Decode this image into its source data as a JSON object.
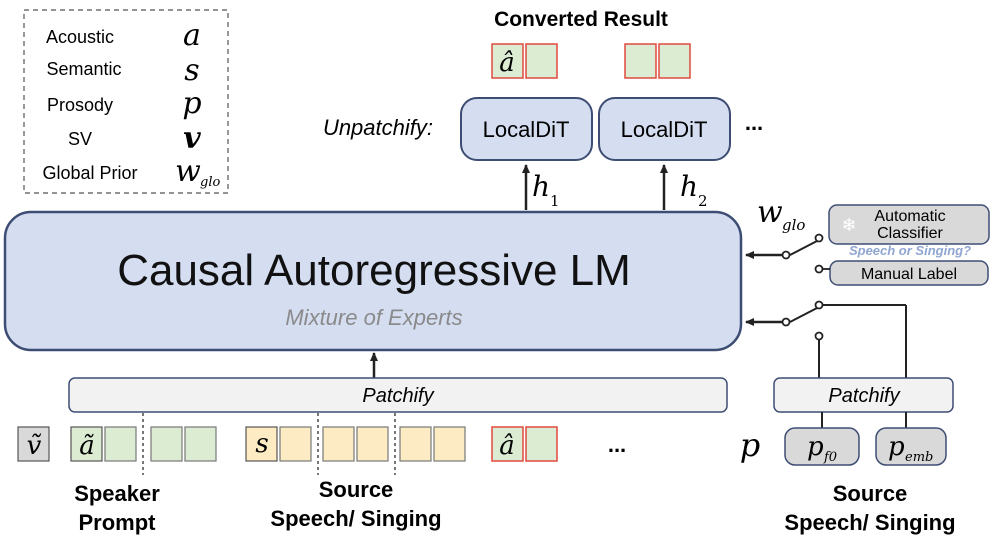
{
  "legend": {
    "rows": [
      {
        "label": "Acoustic",
        "symbol": "a"
      },
      {
        "label": "Semantic",
        "symbol": "s"
      },
      {
        "label": "Prosody",
        "symbol": "p"
      },
      {
        "label": "SV",
        "symbol": "v"
      },
      {
        "label": "Global Prior",
        "symbol": "w",
        "subscript": "glo"
      }
    ]
  },
  "top": {
    "converted_result": "Converted Result",
    "a_hat": "â",
    "unpatchify": "Unpatchify:",
    "local_dit_1": "LocalDiT",
    "local_dit_2": "LocalDiT",
    "ellipsis": "...",
    "h1": "h",
    "h1_sub": "1",
    "h2": "h",
    "h2_sub": "2"
  },
  "main": {
    "title": "Causal Autoregressive LM",
    "subtitle": "Mixture of Experts"
  },
  "right": {
    "w_glo": "w",
    "w_glo_sub": "glo",
    "automatic_classifier_1": "Automatic",
    "automatic_classifier_2": "Classifier",
    "speech_or_singing": "Speech or Singing?",
    "manual_label": "Manual Label",
    "patchify": "Patchify",
    "p_symbol": "p",
    "p_f0": "p",
    "p_f0_sub": "f0",
    "p_emb": "p",
    "p_emb_sub": "emb",
    "source_1": "Source",
    "source_2": "Speech/ Singing"
  },
  "bottom": {
    "patchify": "Patchify",
    "v_tilde": "ṽ",
    "a_tilde": "ã",
    "s": "s",
    "a_hat": "â",
    "ellipsis": "...",
    "speaker_1": "Speaker",
    "speaker_2": "Prompt",
    "source_1": "Source",
    "source_2": "Speech/ Singing"
  },
  "colors": {
    "blue_fill": "#d5ddf1",
    "blue_stroke": "#3e4d74",
    "green_fill": "#dbecd3",
    "yellow_fill": "#fdebc3",
    "gray_fill": "#d9d9d9",
    "red_stroke": "#e04a3f",
    "light_fill": "#f2f2f2"
  }
}
